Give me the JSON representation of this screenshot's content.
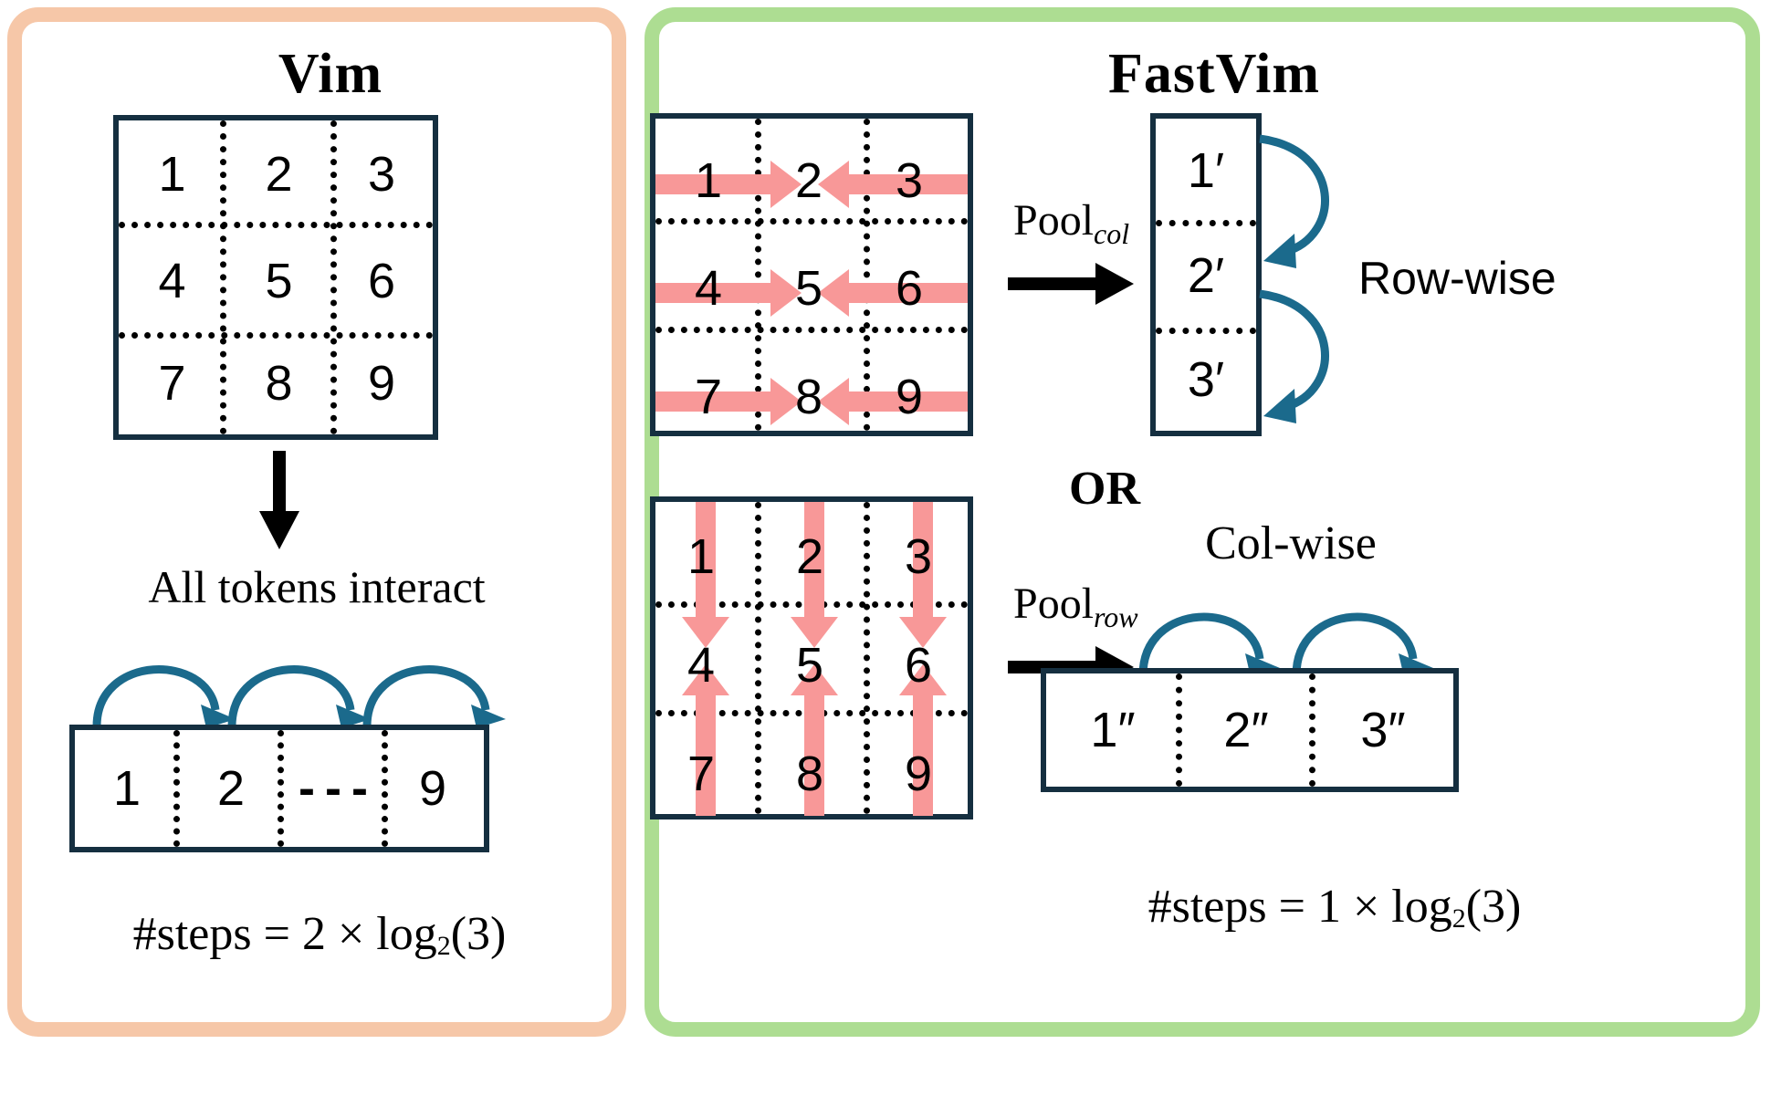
{
  "left_panel": {
    "title": "Vim",
    "border_color": "#F6C7A8",
    "grid": {
      "rows": 3,
      "cols": 3,
      "cells": [
        "1",
        "2",
        "3",
        "4",
        "5",
        "6",
        "7",
        "8",
        "9"
      ]
    },
    "flow_arrow": "down-arrow",
    "caption": "All tokens interact",
    "sequence_box": {
      "cells": [
        "1",
        "2",
        "- - -",
        "9"
      ]
    },
    "steps_formula": {
      "prefix": "#steps = ",
      "factor": "2",
      "times": " × ",
      "log": "log",
      "base": "2",
      "arg": "(3)"
    }
  },
  "right_panel": {
    "title": "FastVim",
    "border_color": "#ADDD92",
    "or_label": "OR",
    "top_branch": {
      "grid": {
        "rows": 3,
        "cols": 3,
        "cells": [
          "1",
          "2",
          "3",
          "4",
          "5",
          "6",
          "7",
          "8",
          "9"
        ]
      },
      "arrow_direction": "horizontal-converging",
      "pool_label": "Pool",
      "pool_subscript": "col",
      "output_box": {
        "orientation": "column",
        "cells": [
          "1′",
          "2′",
          "3′"
        ]
      },
      "scan_label": "Row-wise"
    },
    "bottom_branch": {
      "grid": {
        "rows": 3,
        "cols": 3,
        "cells": [
          "1",
          "2",
          "3",
          "4",
          "5",
          "6",
          "7",
          "8",
          "9"
        ]
      },
      "arrow_direction": "vertical-converging",
      "pool_label": "Pool",
      "pool_subscript": "row",
      "output_box": {
        "orientation": "row",
        "cells": [
          "1″",
          "2″",
          "3″"
        ]
      },
      "scan_label": "Col-wise"
    },
    "steps_formula": {
      "prefix": "#steps = ",
      "factor": "1",
      "times": " × ",
      "log": "log",
      "base": "2",
      "arg": "(3)"
    }
  },
  "colors": {
    "box_stroke": "#152F40",
    "pink_arrow": "#F89898",
    "teal_arc": "#1B6A8C",
    "vim_border": "#F6C7A8",
    "fastvim_border": "#ADDD92"
  }
}
